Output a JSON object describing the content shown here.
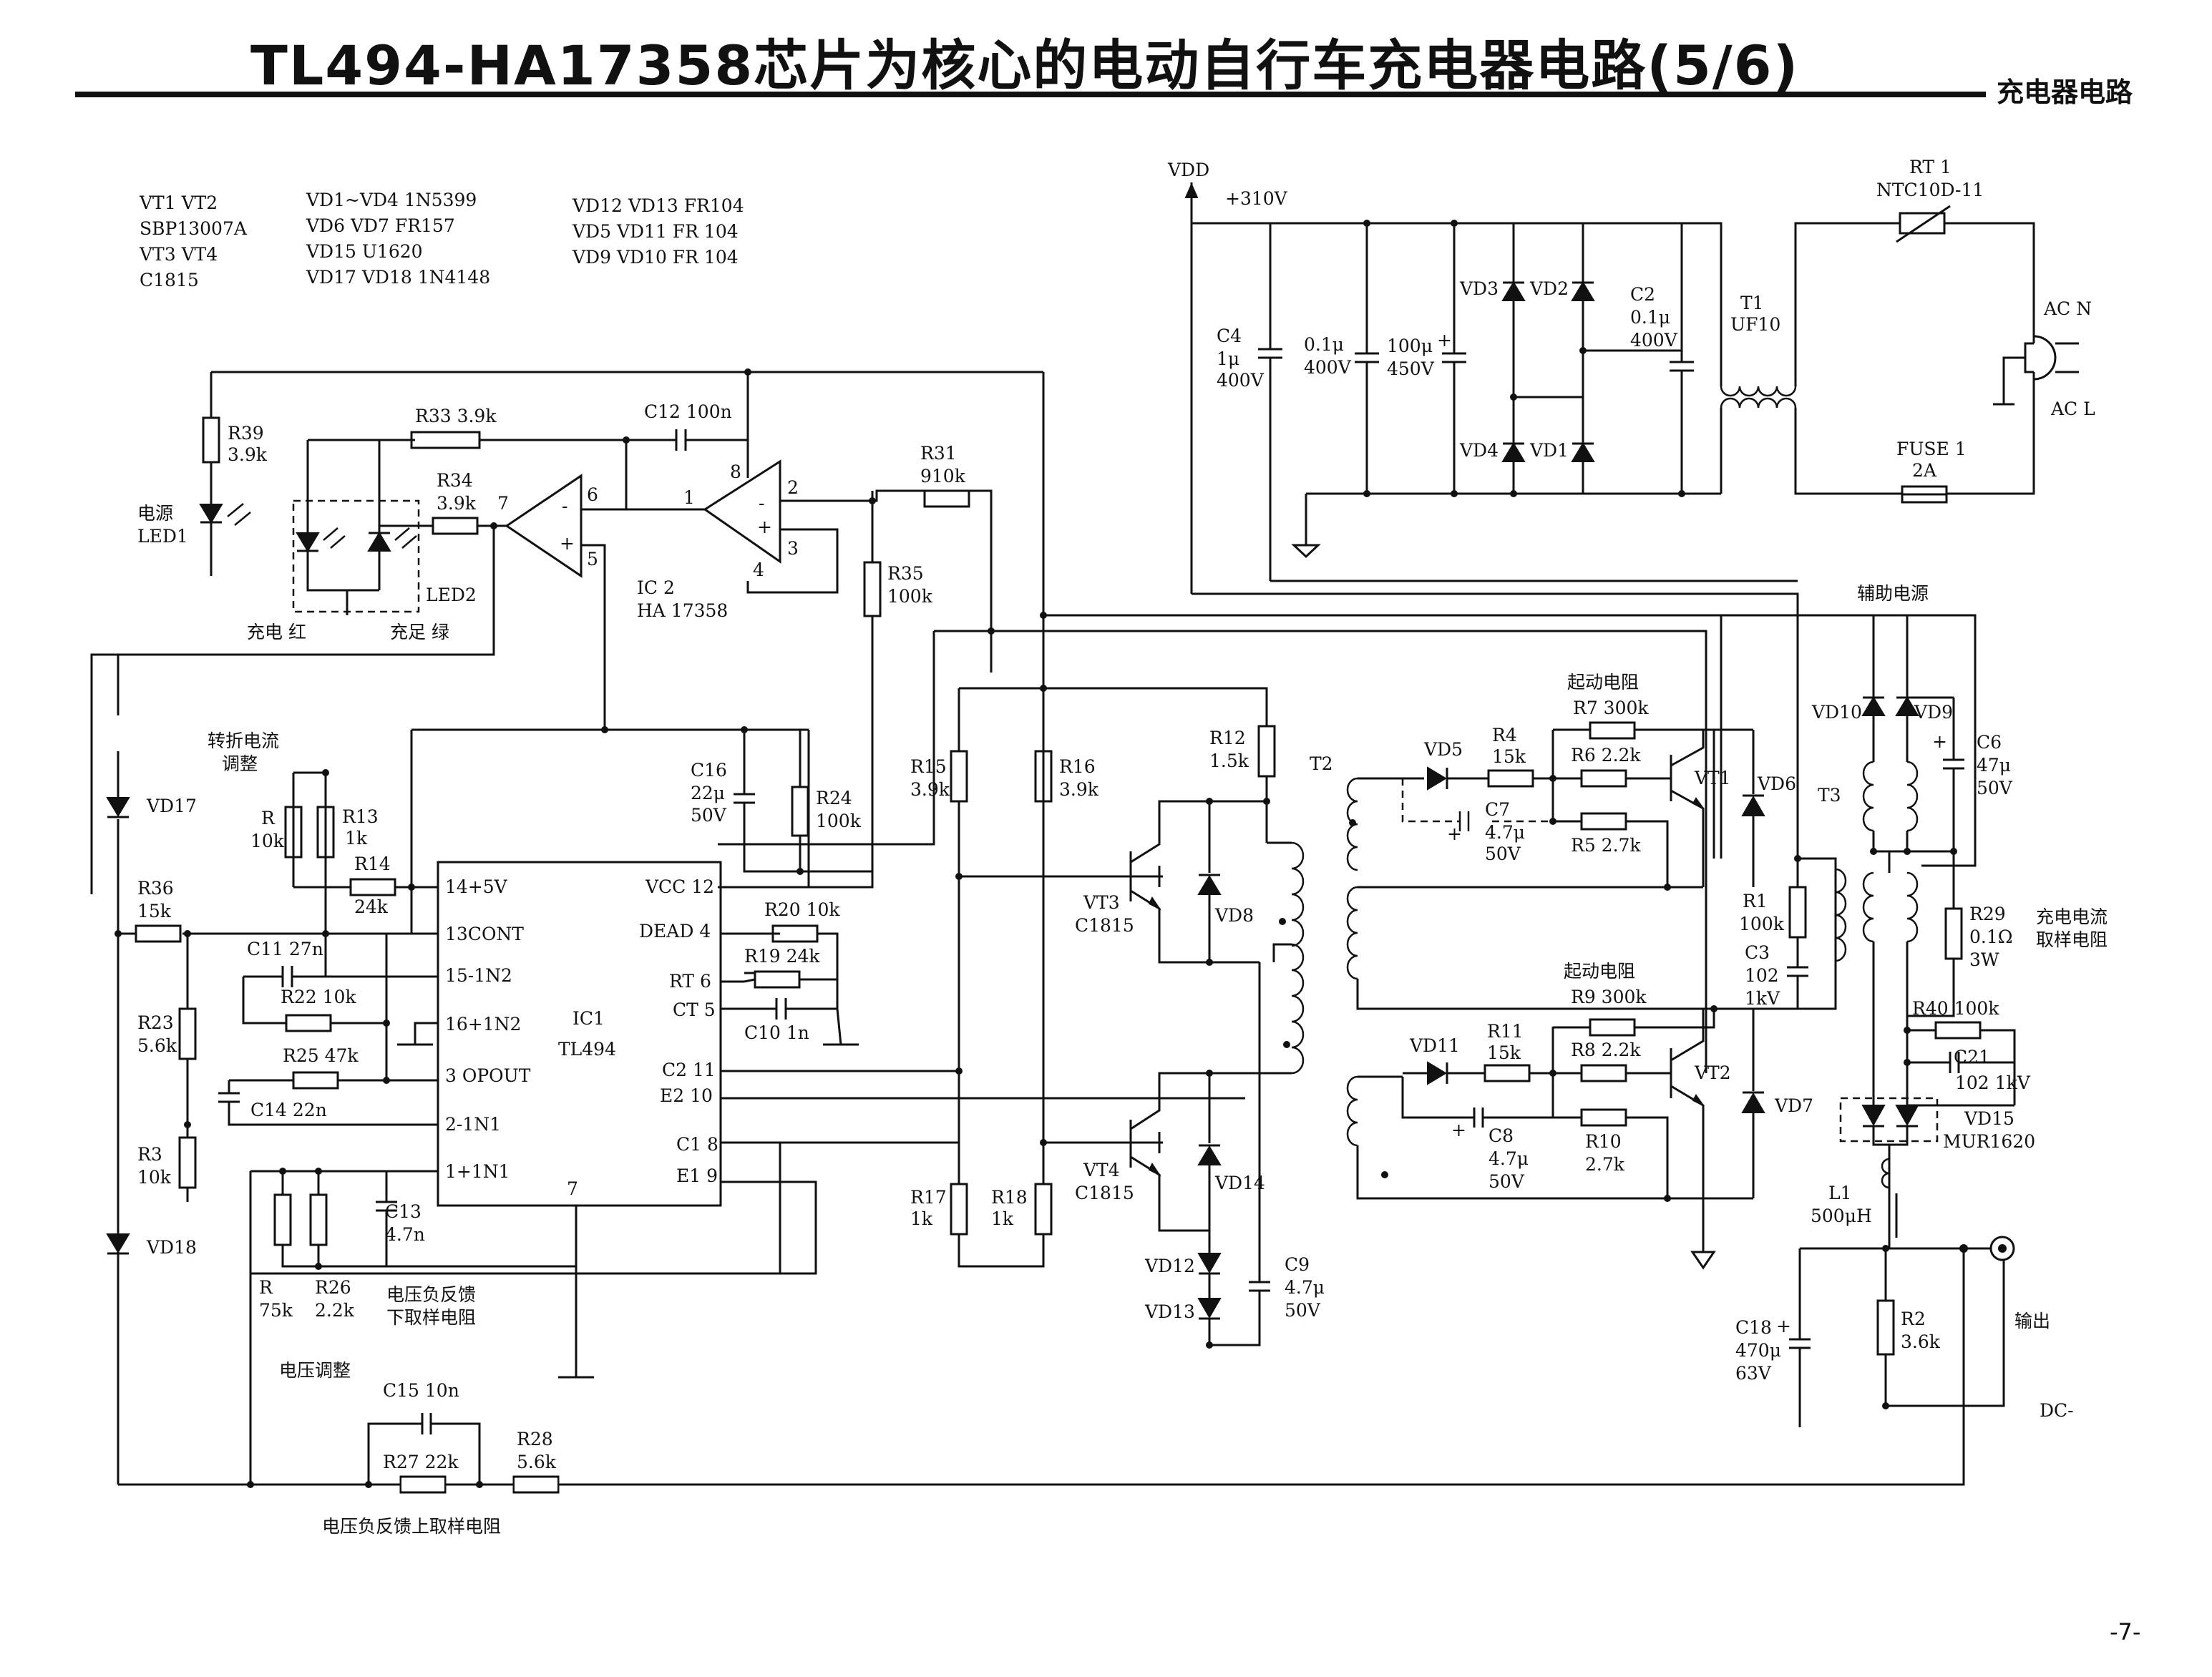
{
  "header": {
    "title": "TL494-HA17358芯片为核心的电动自行车充电器电路(5/6)",
    "section": "充电器电路",
    "page_number": "-7-"
  },
  "bom": [
    "VT1 VT2",
    "SBP13007A",
    "VT3 VT4",
    "C1815",
    "VD1~VD4 1N5399",
    "VD6 VD7 FR157",
    "VD15 U1620",
    "VD17 VD18 1N4148",
    "VD12 VD13 FR104",
    "VD5 VD11 FR 104",
    "VD9 VD10 FR 104"
  ],
  "labels": {
    "vdd": "VDD",
    "v310": "+310V",
    "rt1": "RT 1",
    "ntc": "NTC10D-11",
    "acn": "AC N",
    "acl": "AC L",
    "fuse": "FUSE 1",
    "fuse_val": "2A",
    "c4": "C4",
    "c4a": "1μ",
    "c4b": "400V",
    "c01a": "0.1μ",
    "c01b": "400V",
    "c100a": "100μ",
    "c100b": "450V",
    "vd3": "VD3",
    "vd2": "VD2",
    "vd4": "VD4",
    "vd1": "VD1",
    "c2": "C2",
    "c2a": "0.1μ",
    "c2b": "400V",
    "t1": "T1",
    "t1b": "UF10",
    "fzdy": "辅助电源",
    "r39": "R39",
    "r39v": "3.9k",
    "led1a": "电源",
    "led1b": "LED1",
    "r33": "R33 3.9k",
    "c12": "C12 100n",
    "r34": "R34",
    "r34v": "3.9k",
    "led2": "LED2",
    "cdh": "充电 红",
    "czl": "充足 绿",
    "ic2": "IC 2",
    "ic2b": "HA 17358",
    "r31": "R31",
    "r31v": "910k",
    "r35": "R35",
    "r35v": "100k",
    "p7": "7",
    "p6": "6",
    "p5": "5",
    "p1": "1",
    "p2": "2",
    "p3": "3",
    "p8": "8",
    "p4": "4",
    "zzdl": "转折电流",
    "tz": "调整",
    "r": "R",
    "r10k": "10k",
    "r13": "R13",
    "r13v": "1k",
    "r14": "R14",
    "r14v": "24k",
    "c16": "C16",
    "c16a": "22μ",
    "c16b": "50V",
    "r24": "R24",
    "r24v": "100k",
    "r15": "R15",
    "r15v": "3.9k",
    "r16": "R16",
    "r16v": "3.9k",
    "r12": "R12",
    "r12v": "1.5k",
    "t2": "T2",
    "vt3": "VT3",
    "vt3b": "C1815",
    "vd8": "VD8",
    "vt4": "VT4",
    "vt4b": "C1815",
    "vd14": "VD14",
    "vd12": "VD12",
    "vd13": "VD13",
    "c9": "C9",
    "c9a": "4.7μ",
    "c9b": "50V",
    "r17": "R17",
    "r17v": "1k",
    "r18": "R18",
    "r18v": "1k",
    "vd17": "VD17",
    "vd18": "VD18",
    "r36": "R36",
    "r36v": "15k",
    "r23": "R23",
    "r23v": "5.6k",
    "r3": "R3",
    "r3v": "10k",
    "c11": "C11 27n",
    "r22": "R22 10k",
    "r25": "R25 47k",
    "c14": "C14 22n",
    "pin14": "14+5V",
    "pin13": "13CONT",
    "pin15": "15-1N2",
    "pin16": "16+1N2",
    "pin3": "3 OPOUT",
    "pin2": "2-1N1",
    "pin1": "1+1N1",
    "pin7": "7",
    "vcc": "VCC 12",
    "dead": "DEAD 4",
    "rt": "RT 6",
    "ct": "CT 5",
    "c2p": "C2 11",
    "e2p": "E2 10",
    "c1p": "C1 8",
    "e1p": "E1 9",
    "ic1": "IC1",
    "tl494": "TL494",
    "r20": "R20 10k",
    "r19": "R19 24k",
    "c10": "C10 1n",
    "c13": "C13",
    "c13v": "4.7n",
    "r75": "R",
    "r75v": "75k",
    "r26": "R26",
    "r26v": "2.2k",
    "dyfk1": "电压负反馈",
    "dyfk2": "下取样电阻",
    "dytz": "电压调整",
    "c15": "C15 10n",
    "r27": "R27 22k",
    "r28": "R28",
    "r28v": "5.6k",
    "dyfks": "电压负反馈上取样电阻",
    "qddz1": "起动电阻",
    "r7": "R7 300k",
    "vd5": "VD5",
    "r4": "R4",
    "r4v": "15k",
    "r6": "R6 2.2k",
    "c7": "C7",
    "c7a": "4.7μ",
    "c7b": "50V",
    "r5": "R5 2.7k",
    "vt1": "VT1",
    "vd6": "VD6",
    "qddz2": "起动电阻",
    "r9": "R9 300k",
    "vd11": "VD11",
    "r11": "R11",
    "r11v": "15k",
    "r8": "R8 2.2k",
    "c8": "C8",
    "c8a": "4.7μ",
    "c8b": "50V",
    "r10": "R10",
    "r10v": "2.7k",
    "vt2": "VT2",
    "vd7": "VD7",
    "r1": "R1",
    "r1v": "100k",
    "c3": "C3",
    "c3a": "102",
    "c3b": "1kV",
    "t3": "T3",
    "vd10": "VD10",
    "vd9": "VD9",
    "c6": "C6",
    "c6a": "47μ",
    "c6b": "50V",
    "r29": "R29",
    "r29a": "0.1Ω",
    "r29b": "3W",
    "cddl1": "充电电流",
    "cddl2": "取样电阻",
    "r40": "R40 100k",
    "c21": "C21",
    "c21v": "102 1kV",
    "vd15": "VD15",
    "vd15b": "MUR1620",
    "l1": "L1",
    "l1v": "500μH",
    "c18": "C18",
    "c18a": "470μ",
    "c18b": "63V",
    "r2": "R2",
    "r2v": "3.6k",
    "out": "输出",
    "dcm": "DC-",
    "plus": "+",
    "minus": "-"
  }
}
